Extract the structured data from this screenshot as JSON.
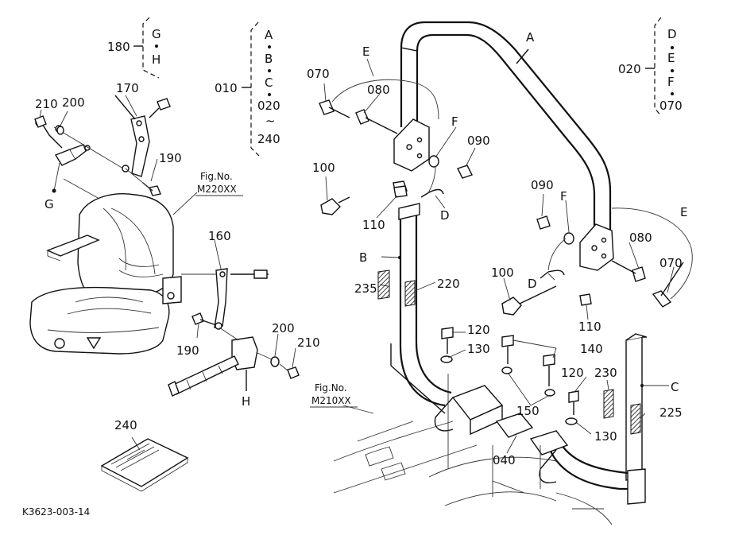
{
  "drawing_code": "K3623-003-14",
  "fig_refs": [
    {
      "text": "Fig.No.",
      "code": "M220XX"
    },
    {
      "text": "Fig.No.",
      "code": "M210XX"
    }
  ],
  "groups": {
    "g180": {
      "num": "180",
      "items": [
        "G",
        "H"
      ]
    },
    "g010": {
      "num": "010",
      "items": [
        "A",
        "B",
        "C",
        "020",
        "~",
        "240"
      ]
    },
    "g020": {
      "num": "020",
      "items": [
        "D",
        "E",
        "F",
        "070"
      ]
    }
  },
  "labels": {
    "l210a": "210",
    "l200a": "200",
    "l170": "170",
    "l190a": "190",
    "lG": "G",
    "l160": "160",
    "l190b": "190",
    "l200b": "200",
    "l210b": "210",
    "lH": "H",
    "l240": "240",
    "l070a": "070",
    "lEa": "E",
    "l080a": "080",
    "lFa": "F",
    "l090a": "090",
    "l100a": "100",
    "l110a": "110",
    "lDa": "D",
    "lA": "A",
    "lB": "B",
    "l235": "235",
    "l220": "220",
    "l090b": "090",
    "lFb": "F",
    "lEb": "E",
    "l080b": "080",
    "l070b": "070",
    "l100b": "100",
    "lDb": "D",
    "l110b": "110",
    "l120a": "120",
    "l130a": "130",
    "l140": "140",
    "l150": "150",
    "l120b": "120",
    "l230": "230",
    "lC": "C",
    "l225": "225",
    "l130b": "130",
    "l040": "040"
  }
}
